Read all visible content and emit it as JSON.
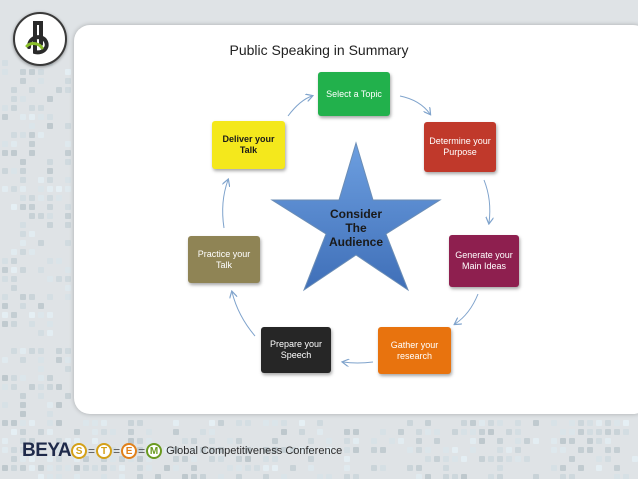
{
  "title": "Public Speaking in Summary",
  "center": {
    "lines": [
      "Consider",
      "The",
      "Audience"
    ]
  },
  "steps": [
    {
      "label": "Select a Topic",
      "color": "#22b14c",
      "text_color": "#ffffff"
    },
    {
      "label": "Determine your Purpose",
      "color": "#c0392b",
      "text_color": "#ffffff"
    },
    {
      "label": "Generate your Main Ideas",
      "color": "#8e1f4f",
      "text_color": "#ffffff"
    },
    {
      "label": "Gather your research",
      "color": "#e8730e",
      "text_color": "#ffffff"
    },
    {
      "label": "Prepare your Speech",
      "color": "#262626",
      "text_color": "#ffffff"
    },
    {
      "label": "Practice your Talk",
      "color": "#8f8455",
      "text_color": "#ffffff"
    },
    {
      "label": "Deliver your Talk",
      "color": "#f4e81c",
      "text_color": "#1a1a1a"
    }
  ],
  "footer": {
    "brand": "BEYA",
    "badges": [
      {
        "letter": "S",
        "color": "#d4a017"
      },
      {
        "letter": "T",
        "color": "#d4a017"
      },
      {
        "letter": "E",
        "color": "#e0801a"
      },
      {
        "letter": "M",
        "color": "#6a9a1f"
      }
    ],
    "separator": "=",
    "conference": "Global Competitiveness Conference"
  },
  "colors": {
    "star": "#5b8fd0",
    "arrow": "#7fa3cc"
  }
}
